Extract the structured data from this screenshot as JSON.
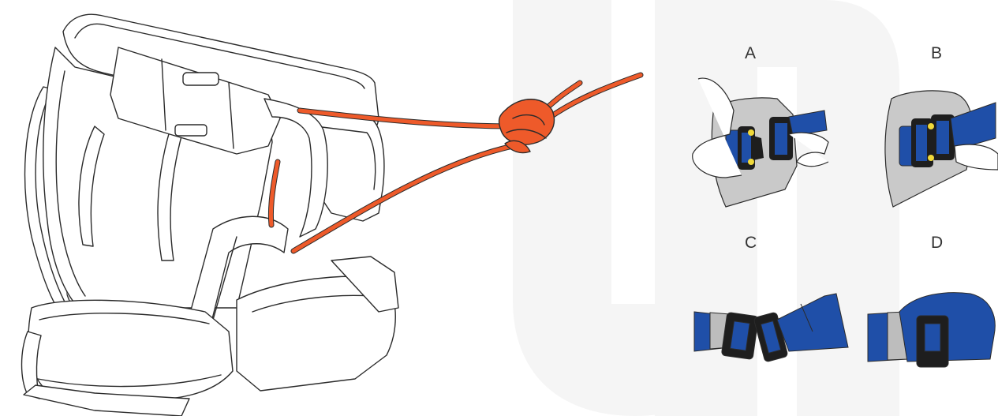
{
  "steps": [
    {
      "id": "A",
      "label": "A"
    },
    {
      "id": "B",
      "label": "B"
    },
    {
      "id": "C",
      "label": "C"
    },
    {
      "id": "D",
      "label": "D"
    }
  ],
  "colors": {
    "rope": "#ee5a2a",
    "strap_blue": "#1f4fa8",
    "buckle_black": "#1e1e1e",
    "pad_gray": "#c9c9c9",
    "keeper_gray": "#bdbdbd",
    "latch_yellow": "#f0d93a",
    "watermark": "#f5f5f5",
    "outline": "#2b2b2b"
  },
  "icons": {
    "harness": "climbing-harness-icon",
    "rope": "figure-eight-knot-rope-icon",
    "watermark": "brand-watermark-logo"
  }
}
